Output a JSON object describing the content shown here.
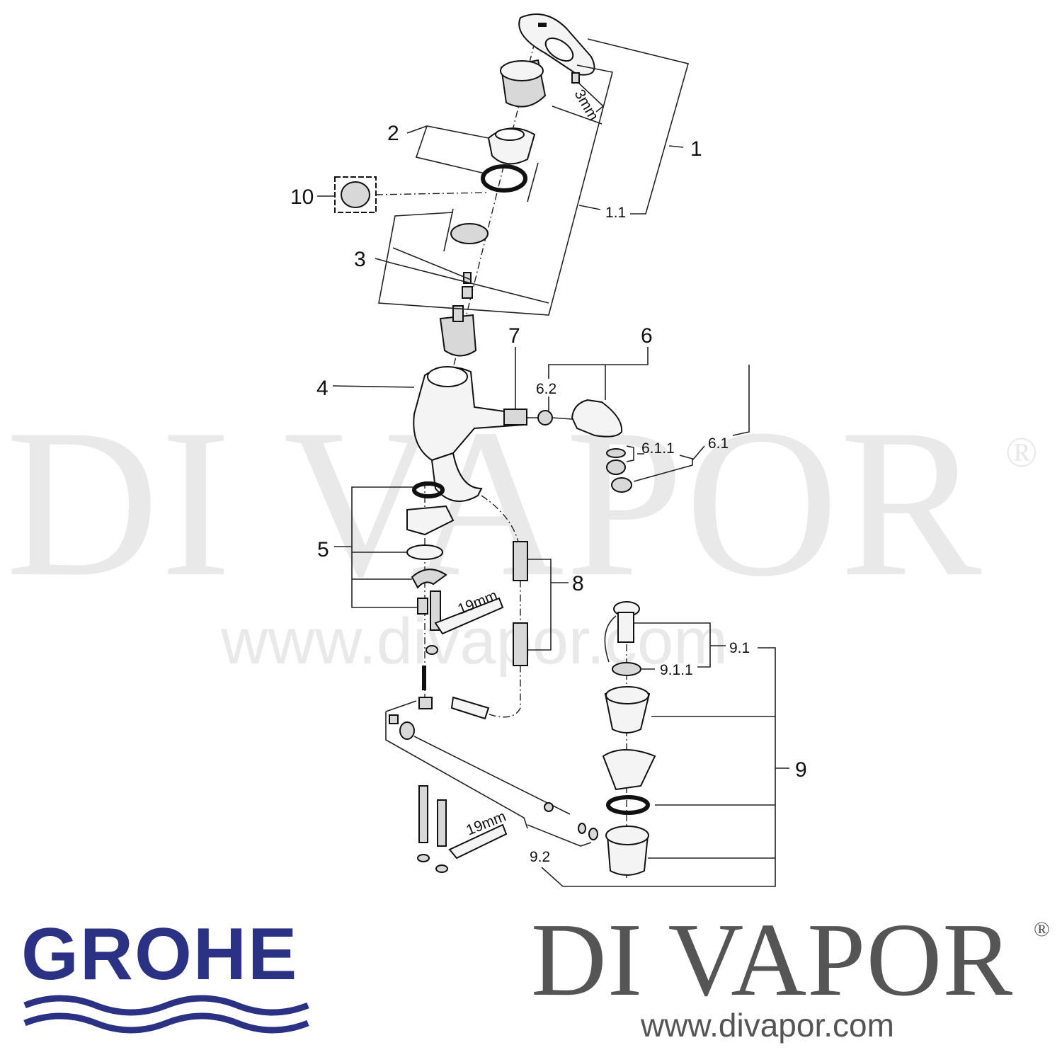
{
  "watermark": {
    "brand": "DI VAPOR",
    "registered": "®",
    "url": "www.divapor.com"
  },
  "diagram": {
    "labels": {
      "p1": "1",
      "p1_1": "1.1",
      "p2": "2",
      "p3": "3",
      "p4": "4",
      "p5": "5",
      "p6": "6",
      "p6_1": "6.1",
      "p6_1_1": "6.1.1",
      "p6_2": "6.2",
      "p7": "7",
      "p8": "8",
      "p9": "9",
      "p9_1": "9.1",
      "p9_1_1": "9.1.1",
      "p9_2": "9.2",
      "p10": "10"
    },
    "tool_sizes": {
      "hex_key": "3mm",
      "wrench_upper": "19mm",
      "wrench_lower": "19mm"
    }
  },
  "footer": {
    "manufacturer_logo": "GROHE",
    "brand_logo": "DI VAPOR",
    "brand_registered": "®",
    "brand_url": "www.divapor.com",
    "colors": {
      "grohe_blue": "#2b3284",
      "brand_gray": "#555555"
    }
  }
}
